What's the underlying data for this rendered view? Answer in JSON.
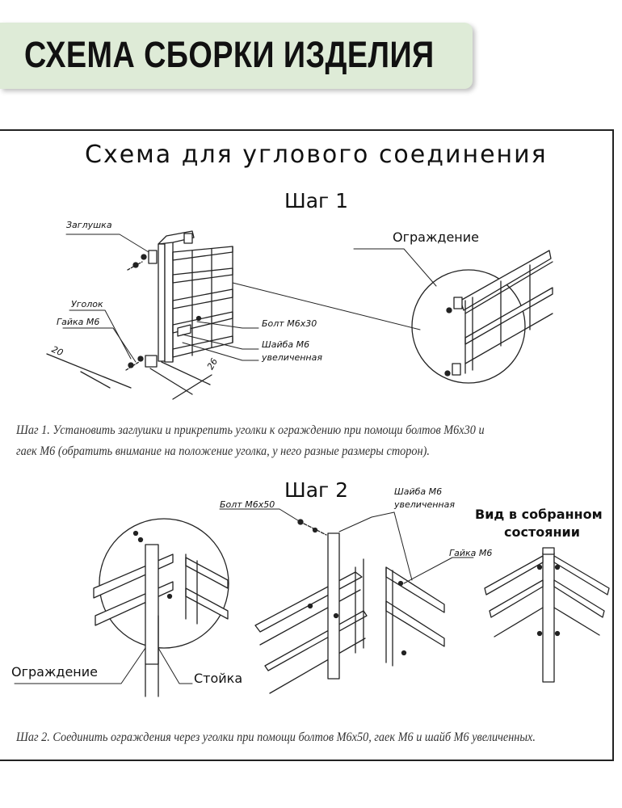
{
  "header": {
    "title": "СХЕМА СБОРКИ ИЗДЕЛИЯ"
  },
  "diagram": {
    "title": "Схема для углового соединения",
    "step1": {
      "heading": "Шаг 1",
      "labels": {
        "cap": "Заглушка",
        "corner": "Уголок",
        "nut": "Гайка М6",
        "dim_short": "20",
        "dim_long": "26",
        "bolt": "Болт М6х30",
        "washer_line1": "Шайба М6",
        "washer_line2": "увеличенная",
        "fence": "Ограждение"
      },
      "note_line1": "Шаг 1. Установить заглушки и прикрепить уголки к ограждению при помощи болтов М6х30 и",
      "note_line2": "гаек М6 (обратить внимание на положение уголка, у него разные размеры сторон)."
    },
    "step2": {
      "heading": "Шаг 2",
      "labels": {
        "bolt": "Болт М6х50",
        "washer_line1": "Шайба М6",
        "washer_line2": "увеличенная",
        "nut": "Гайка М6",
        "assembled_line1": "Вид в собранном",
        "assembled_line2": "состоянии",
        "fence": "Ограждение",
        "post": "Стойка"
      },
      "note": "Шаг 2. Соединить ограждения через уголки при помощи болтов М6х50, гаек М6 и шайб М6 увеличенных."
    }
  }
}
